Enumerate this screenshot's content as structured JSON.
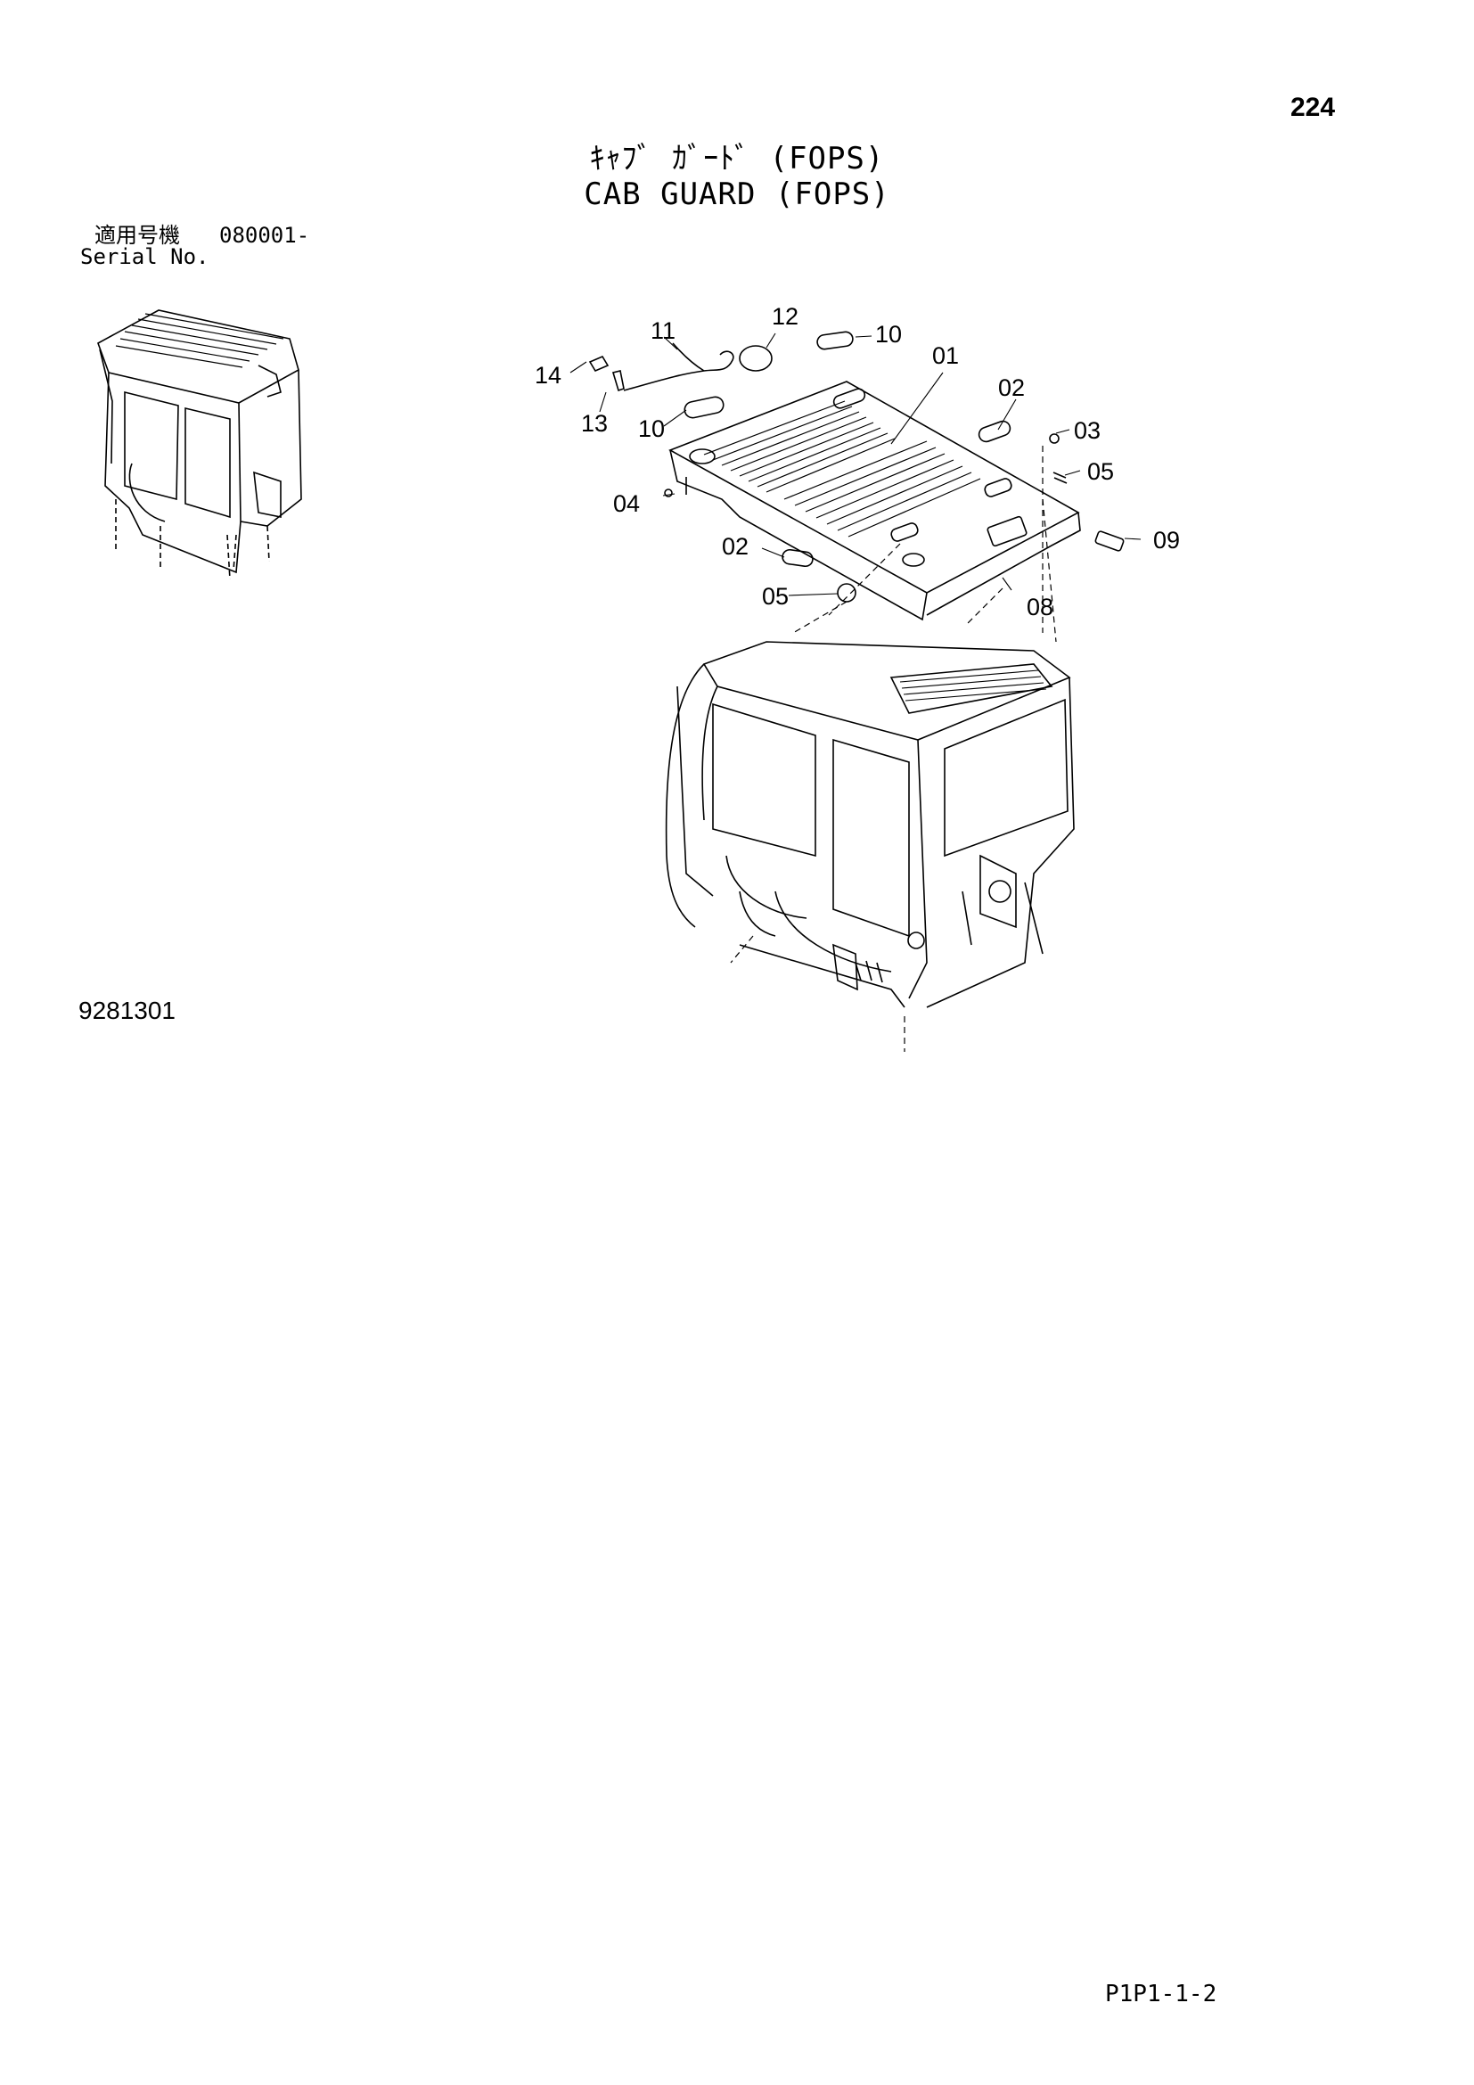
{
  "page": {
    "number": "224",
    "title_jp": "ｷｬﾌﾞ ｶﾞｰﾄﾞ (FOPS)",
    "title_en": "CAB GUARD (FOPS)",
    "serial_label_jp": "適用号機",
    "serial_value": "080001-",
    "serial_label_en": "Serial No.",
    "figure_number": "9281301",
    "footer_code": "P1P1-1-2"
  },
  "callouts": [
    {
      "label": "01"
    },
    {
      "label": "02"
    },
    {
      "label": "03"
    },
    {
      "label": "04"
    },
    {
      "label": "05"
    },
    {
      "label": "02"
    },
    {
      "label": "05"
    },
    {
      "label": "08"
    },
    {
      "label": "09"
    },
    {
      "label": "10"
    },
    {
      "label": "10"
    },
    {
      "label": "11"
    },
    {
      "label": "12"
    },
    {
      "label": "13"
    },
    {
      "label": "14"
    }
  ],
  "colors": {
    "ink": "#000000",
    "paper": "#ffffff"
  }
}
